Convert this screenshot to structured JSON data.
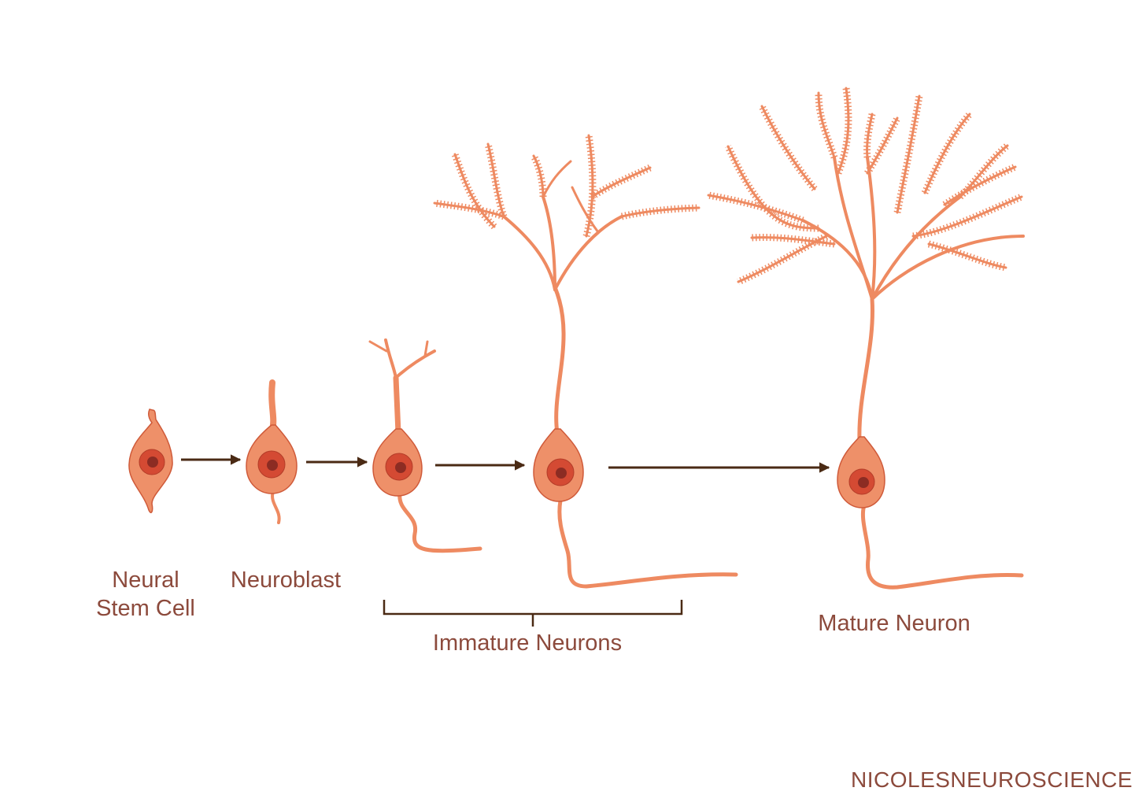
{
  "colors": {
    "cell_fill": "#ee9069",
    "cell_outline": "#cf5a39",
    "process": "#ee8a61",
    "nucleus": "#d44a33",
    "nucleolus": "#8c2c23",
    "arrow": "#4a2a14",
    "label": "#8c4a3c"
  },
  "stages": [
    {
      "label_line1": "Neural",
      "label_line2": "Stem Cell",
      "icon": "neural-stem-cell"
    },
    {
      "label": "Neuroblast",
      "icon": "neuroblast"
    },
    {
      "icon": "immature-neuron-early"
    },
    {
      "icon": "immature-neuron-late"
    },
    {
      "label": "Mature Neuron",
      "icon": "mature-neuron"
    }
  ],
  "group_label": "Immature Neurons",
  "watermark": "NICOLESNEUROSCIENCE"
}
